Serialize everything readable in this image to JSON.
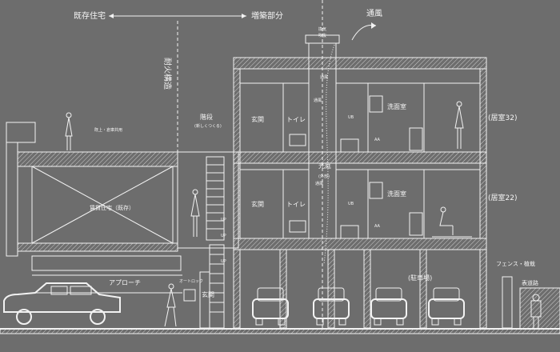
{
  "labels": {
    "existing_house": "既存住宅",
    "extension": "増築部分",
    "wind": "通風",
    "fire_wall": "耐火構造",
    "ventilation_top": "換気",
    "void_label": "吹抜",
    "stairs": "階段",
    "stairs_note": "(新しくつくる)",
    "roof_note": "既上・倉庫共用",
    "existing_unit": "賃貸住宅（既存）",
    "entry_upper": "玄関",
    "toilet_upper": "トイレ",
    "entry_mid": "玄関",
    "toilet_mid": "トイレ",
    "lightwell": "光庭",
    "lightwell_note": "(外部)",
    "ub_upper": "UB",
    "ub_mid": "UB",
    "washroom_upper": "洗面室",
    "washroom_mid": "洗面室",
    "room_32": "(居室32)",
    "room_22": "(居室22)",
    "parking": "(駐車場)",
    "approach": "アプローチ",
    "entrance": "玄関",
    "auto_lock": "オートロック",
    "fence": "フェンス・植栽",
    "front_road": "表道路",
    "up1": "UP",
    "up2": "UP",
    "up3": "UP",
    "aa1": "AA",
    "aa2": "AA",
    "flow1": "通風",
    "flow2": "通風",
    "flow3": "通風"
  }
}
